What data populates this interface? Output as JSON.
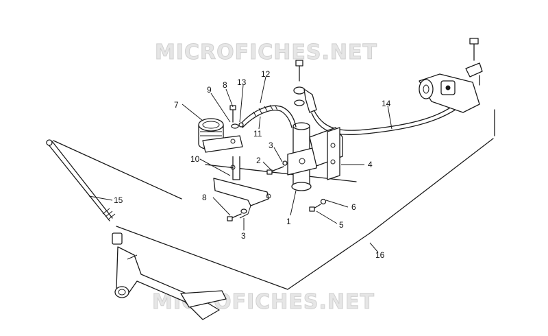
{
  "watermark": "MICROFICHES.NET",
  "callouts": {
    "c1": "1",
    "c2": "2",
    "c3a": "3",
    "c3b": "3",
    "c4": "4",
    "c5": "5",
    "c6": "6",
    "c7": "7",
    "c8a": "8",
    "c8b": "8",
    "c9": "9",
    "c10": "10",
    "c11": "11",
    "c12": "12",
    "c13": "13",
    "c14": "14",
    "c15": "15",
    "c16": "16"
  },
  "colors": {
    "line": "#1a1a1a",
    "watermark": "#e6e6e6",
    "background": "#ffffff"
  }
}
